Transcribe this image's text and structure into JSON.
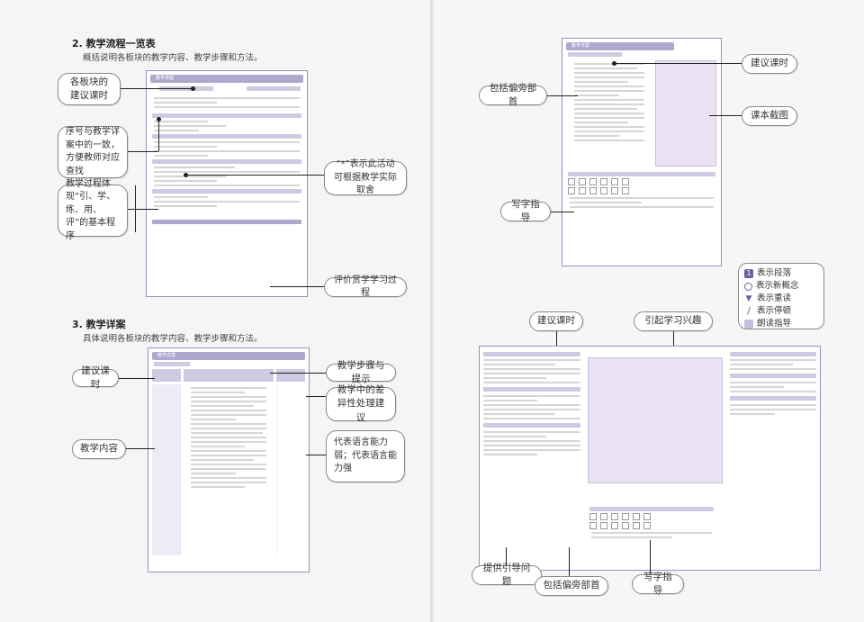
{
  "left": {
    "section2": {
      "title": "2. 教学流程一览表",
      "desc": "概括说明各板块的教学内容、教学步骤和方法。"
    },
    "section3": {
      "title": "3. 教学详案",
      "desc": "具体说明各板块的教学内容、教学步骤和方法。"
    },
    "callouts": {
      "lesson_time": "各板块的建议课时",
      "numbering": "序号与教学详案中的一致，方便教师对应查找",
      "process": "教学过程体现“引、学、练、用、评”的基本程序",
      "star": "“*”表示此活动可根据教学实际取舍",
      "evaluate": "评价赏学学习过程",
      "suggest_time": "建议课时",
      "content": "教学内容",
      "steps": "教学步骤与提示",
      "diff": "教学中的差异性处理建议",
      "lang_ability": "代表语言能力弱；代表语言能力强"
    }
  },
  "right": {
    "callouts": {
      "side_header": "包括偏旁部首",
      "suggest_time_top": "建议课时",
      "textbook_shot": "课本截图",
      "writing_top": "写字指导",
      "suggest_time_bottom": "建议课时",
      "interest": "引起学习兴趣",
      "guide_question": "提供引导问题",
      "side_header_bottom": "包括偏旁部首",
      "writing_bottom": "写字指导"
    },
    "legend": [
      {
        "sym": "1",
        "label": "表示段落",
        "icon": "paragraph-number-icon"
      },
      {
        "sym": "",
        "label": "表示新概念",
        "icon": "new-concept-icon"
      },
      {
        "sym": "▼",
        "label": "表示重读",
        "icon": "stress-icon"
      },
      {
        "sym": "/",
        "label": "表示停顿",
        "icon": "pause-icon"
      },
      {
        "sym": "",
        "label": "朗读指导",
        "icon": "reading-guide-icon"
      }
    ]
  },
  "colors": {
    "accent": "#6b5fa0",
    "border": "#9a8fbf"
  }
}
